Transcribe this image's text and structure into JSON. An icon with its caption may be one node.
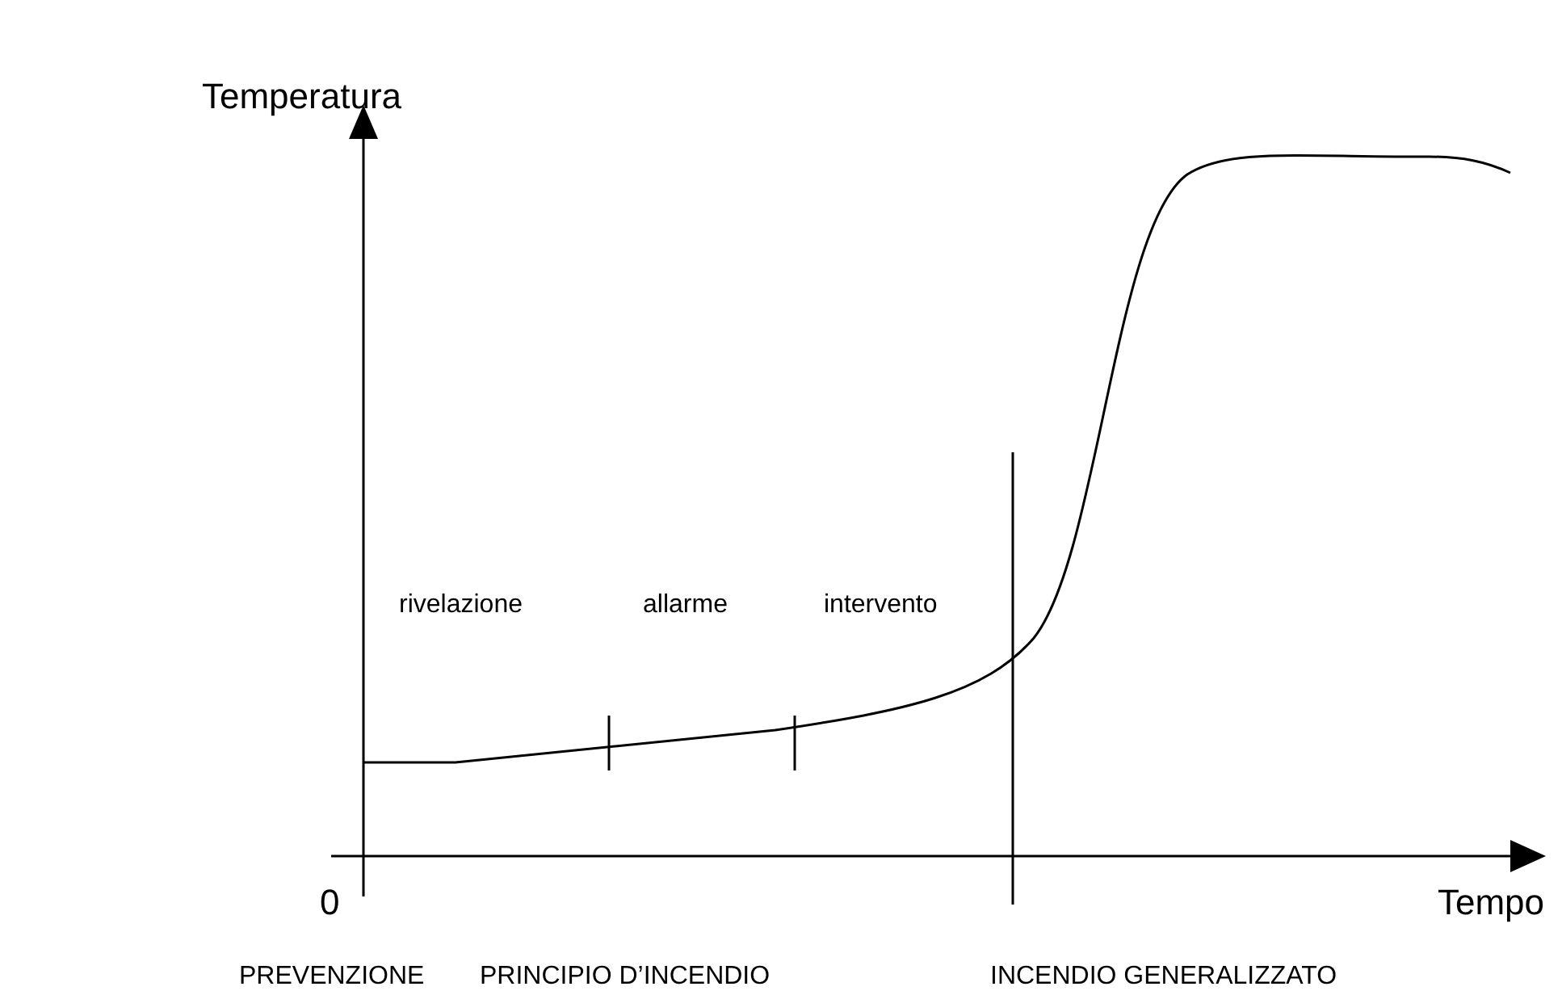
{
  "diagram": {
    "labels": [
      "Temperatura",
      "rivelazione",
      "allarme",
      "intervento",
      "0",
      "Tempo",
      "PREVENZIONE",
      "PRINCIPIO D’INCENDIO",
      "INCENDIO GENERALIZZATO"
    ]
  }
}
